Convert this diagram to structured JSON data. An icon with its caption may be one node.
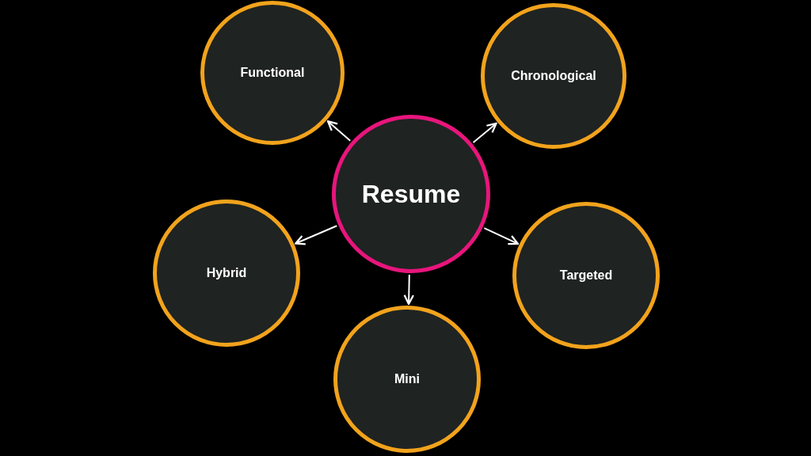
{
  "diagram": {
    "nodes": [
      {
        "text": [
          "Functional"
        ]
      },
      {
        "text": [
          "Chronological"
        ]
      },
      {
        "text": [
          "Resume"
        ]
      },
      {
        "text": [
          "Hybrid"
        ]
      },
      {
        "text": [
          "Targeted"
        ]
      },
      {
        "text": [
          "Mini"
        ]
      }
    ],
    "edges": [
      {
        "from": 2,
        "to": 0,
        "arrow": "to"
      },
      {
        "from": 2,
        "to": 1,
        "arrow": "to"
      },
      {
        "from": 2,
        "to": 3,
        "arrow": "to"
      },
      {
        "from": 2,
        "to": 4,
        "arrow": "to"
      },
      {
        "from": 2,
        "to": 5,
        "arrow": "to"
      }
    ]
  }
}
